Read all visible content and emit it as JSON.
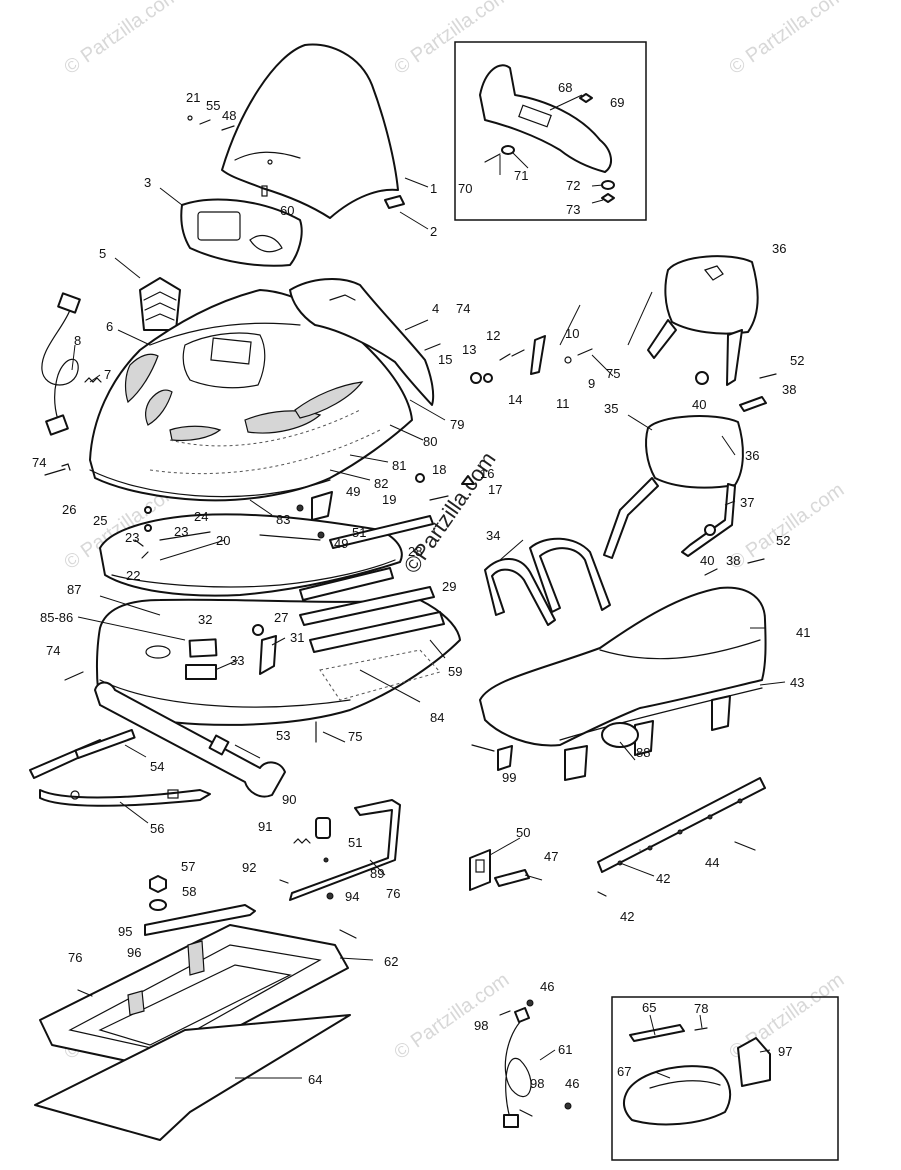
{
  "watermark": {
    "text": "© Partzilla.com",
    "main_text": "©Partzilla.com"
  },
  "callouts": [
    {
      "id": "c1",
      "label": "1"
    },
    {
      "id": "c2",
      "label": "2"
    },
    {
      "id": "c3",
      "label": "3"
    },
    {
      "id": "c4",
      "label": "4"
    },
    {
      "id": "c5",
      "label": "5"
    },
    {
      "id": "c6",
      "label": "6"
    },
    {
      "id": "c7",
      "label": "7"
    },
    {
      "id": "c8",
      "label": "8"
    },
    {
      "id": "c9",
      "label": "9"
    },
    {
      "id": "c10",
      "label": "10"
    },
    {
      "id": "c11",
      "label": "11"
    },
    {
      "id": "c12",
      "label": "12"
    },
    {
      "id": "c13",
      "label": "13"
    },
    {
      "id": "c14",
      "label": "14"
    },
    {
      "id": "c15",
      "label": "15"
    },
    {
      "id": "c16",
      "label": "16"
    },
    {
      "id": "c17",
      "label": "17"
    },
    {
      "id": "c18",
      "label": "18"
    },
    {
      "id": "c19",
      "label": "19"
    },
    {
      "id": "c20",
      "label": "20"
    },
    {
      "id": "c21",
      "label": "21"
    },
    {
      "id": "c22",
      "label": "22"
    },
    {
      "id": "c23a",
      "label": "23"
    },
    {
      "id": "c23b",
      "label": "23"
    },
    {
      "id": "c24",
      "label": "24"
    },
    {
      "id": "c25",
      "label": "25"
    },
    {
      "id": "c26",
      "label": "26"
    },
    {
      "id": "c27",
      "label": "27"
    },
    {
      "id": "c28",
      "label": "28"
    },
    {
      "id": "c29",
      "label": "29"
    },
    {
      "id": "c31",
      "label": "31"
    },
    {
      "id": "c32",
      "label": "32"
    },
    {
      "id": "c33",
      "label": "33"
    },
    {
      "id": "c34",
      "label": "34"
    },
    {
      "id": "c35",
      "label": "35"
    },
    {
      "id": "c36a",
      "label": "36"
    },
    {
      "id": "c36b",
      "label": "36"
    },
    {
      "id": "c37",
      "label": "37"
    },
    {
      "id": "c38a",
      "label": "38"
    },
    {
      "id": "c38b",
      "label": "38"
    },
    {
      "id": "c40a",
      "label": "40"
    },
    {
      "id": "c40b",
      "label": "40"
    },
    {
      "id": "c41",
      "label": "41"
    },
    {
      "id": "c42a",
      "label": "42"
    },
    {
      "id": "c42b",
      "label": "42"
    },
    {
      "id": "c43",
      "label": "43"
    },
    {
      "id": "c44",
      "label": "44"
    },
    {
      "id": "c46a",
      "label": "46"
    },
    {
      "id": "c46b",
      "label": "46"
    },
    {
      "id": "c47",
      "label": "47"
    },
    {
      "id": "c48",
      "label": "48"
    },
    {
      "id": "c49a",
      "label": "49"
    },
    {
      "id": "c49b",
      "label": "49"
    },
    {
      "id": "c50",
      "label": "50"
    },
    {
      "id": "c51a",
      "label": "51"
    },
    {
      "id": "c51b",
      "label": "51"
    },
    {
      "id": "c52a",
      "label": "52"
    },
    {
      "id": "c52b",
      "label": "52"
    },
    {
      "id": "c53",
      "label": "53"
    },
    {
      "id": "c54",
      "label": "54"
    },
    {
      "id": "c55",
      "label": "55"
    },
    {
      "id": "c56",
      "label": "56"
    },
    {
      "id": "c57",
      "label": "57"
    },
    {
      "id": "c58",
      "label": "58"
    },
    {
      "id": "c59",
      "label": "59"
    },
    {
      "id": "c60",
      "label": "60"
    },
    {
      "id": "c61",
      "label": "61"
    },
    {
      "id": "c62",
      "label": "62"
    },
    {
      "id": "c64",
      "label": "64"
    },
    {
      "id": "c65",
      "label": "65"
    },
    {
      "id": "c67",
      "label": "67"
    },
    {
      "id": "c68",
      "label": "68"
    },
    {
      "id": "c69",
      "label": "69"
    },
    {
      "id": "c70",
      "label": "70"
    },
    {
      "id": "c71",
      "label": "71"
    },
    {
      "id": "c72",
      "label": "72"
    },
    {
      "id": "c73",
      "label": "73"
    },
    {
      "id": "c74a",
      "label": "74"
    },
    {
      "id": "c74b",
      "label": "74"
    },
    {
      "id": "c74c",
      "label": "74"
    },
    {
      "id": "c75a",
      "label": "75"
    },
    {
      "id": "c75b",
      "label": "75"
    },
    {
      "id": "c76a",
      "label": "76"
    },
    {
      "id": "c76b",
      "label": "76"
    },
    {
      "id": "c78",
      "label": "78"
    },
    {
      "id": "c79",
      "label": "79"
    },
    {
      "id": "c80",
      "label": "80"
    },
    {
      "id": "c81",
      "label": "81"
    },
    {
      "id": "c82",
      "label": "82"
    },
    {
      "id": "c83",
      "label": "83"
    },
    {
      "id": "c84",
      "label": "84"
    },
    {
      "id": "c8586",
      "label": "85-86"
    },
    {
      "id": "c87",
      "label": "87"
    },
    {
      "id": "c88",
      "label": "88"
    },
    {
      "id": "c89",
      "label": "89"
    },
    {
      "id": "c90",
      "label": "90"
    },
    {
      "id": "c91",
      "label": "91"
    },
    {
      "id": "c92",
      "label": "92"
    },
    {
      "id": "c94",
      "label": "94"
    },
    {
      "id": "c95",
      "label": "95"
    },
    {
      "id": "c96",
      "label": "96"
    },
    {
      "id": "c97",
      "label": "97"
    },
    {
      "id": "c98a",
      "label": "98"
    },
    {
      "id": "c98b",
      "label": "98"
    },
    {
      "id": "c99",
      "label": "99"
    }
  ]
}
